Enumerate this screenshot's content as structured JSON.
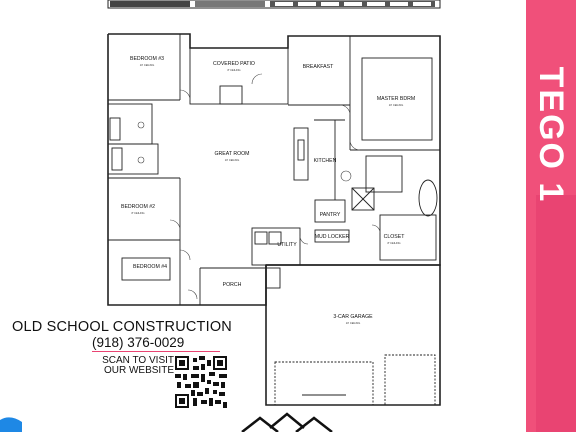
{
  "model_name": "TEGO 1",
  "company": {
    "name": "OLD SCHOOL CONSTRUCTION",
    "phone": "(918) 376-0029",
    "scan_line1": "SCAN TO VISIT",
    "scan_line2": "OUR WEBSITE"
  },
  "rooms": {
    "bedroom3": "BEDROOM #3",
    "covered_patio": "COVERED PATIO",
    "breakfast": "BREAKFAST",
    "master": "MASTER BDRM",
    "great_room": "GREAT ROOM",
    "kitchen": "KITCHEN",
    "bedroom2": "BEDROOM #2",
    "pantry": "PANTRY",
    "mud_locker": "MUD LOCKER",
    "closet": "CLOSET",
    "utility": "UTILITY",
    "bedroom4": "BEDROOM #4",
    "porch": "PORCH",
    "garage": "3-CAR GARAGE"
  },
  "colors": {
    "accent_pink": "#f0507a",
    "accent_pink_dark": "#e94472",
    "wave_blue": "#1e88e5",
    "line": "#222222"
  },
  "icons": [
    "qr-code-icon",
    "house-logo-icon"
  ]
}
